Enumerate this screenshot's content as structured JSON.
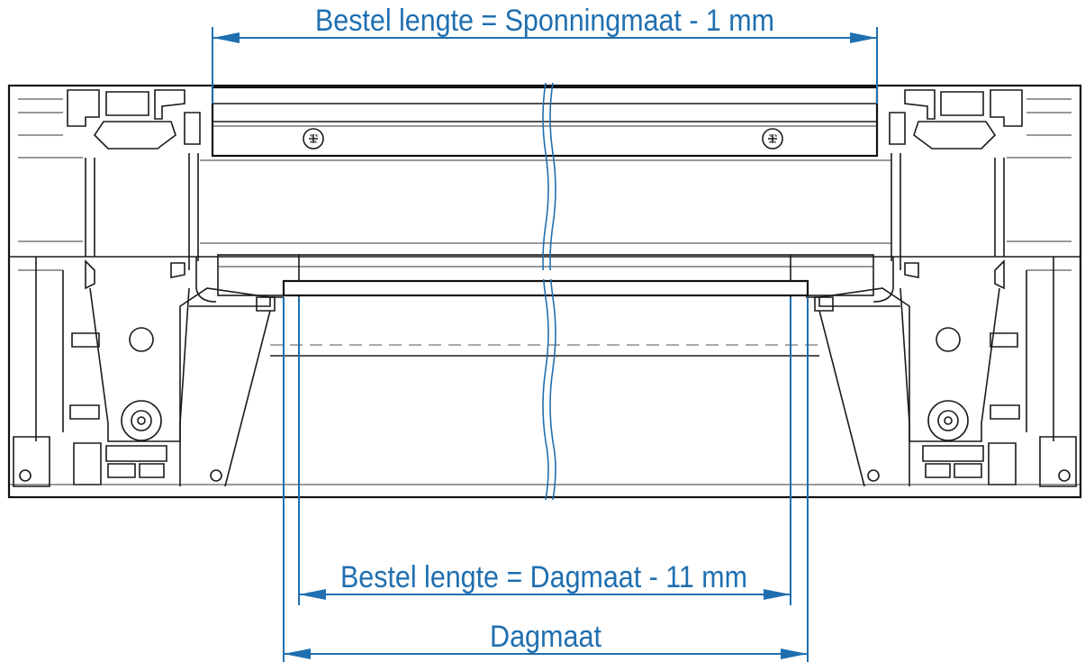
{
  "dimensions": {
    "top": {
      "label": "Bestel lengte = Sponningmaat - 1 mm"
    },
    "middle": {
      "label": "Bestel lengte = Dagmaat - 11 mm"
    },
    "bottom": {
      "label": "Dagmaat"
    }
  },
  "colors": {
    "dimension": "#1f6fb0",
    "profile": "#1a1a1a",
    "background": "#ffffff"
  }
}
